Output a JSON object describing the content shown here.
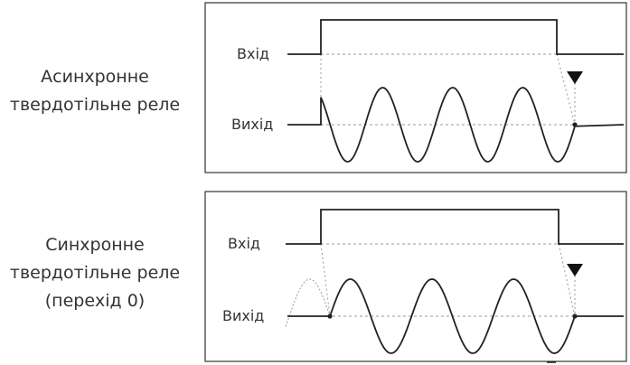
{
  "panels": [
    {
      "id": "async",
      "title_lines": [
        "Асинхронне",
        "твердотільне реле"
      ],
      "input_label": "Вхід",
      "output_label": "Вихід"
    },
    {
      "id": "sync",
      "title_lines": [
        "Синхронне",
        "твердотільне реле",
        "(перехід 0)"
      ],
      "input_label": "Вхід",
      "output_label": "Вихід"
    }
  ]
}
